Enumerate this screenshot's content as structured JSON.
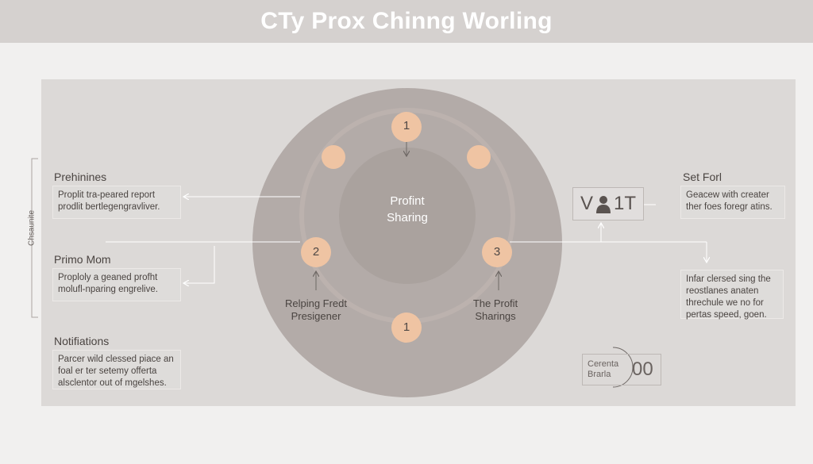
{
  "header": {
    "title": "CTy Prox Chinng Worling"
  },
  "side_label": "Chsaunite",
  "center": {
    "line1": "Profint",
    "line2": "Sharing"
  },
  "nodes": [
    {
      "id": "top",
      "label": "1"
    },
    {
      "id": "left",
      "label": "2"
    },
    {
      "id": "right",
      "label": "3"
    },
    {
      "id": "bottom",
      "label": "1"
    }
  ],
  "node_captions": {
    "left": {
      "line1": "Relping Fredt",
      "line2": "Presigener"
    },
    "right": {
      "line1": "The Profit",
      "line2": "Sharings"
    }
  },
  "left_sections": [
    {
      "heading": "Prehinines",
      "lines": [
        "Proplit tra-peared report",
        "prodlit bertlegengravliver."
      ]
    },
    {
      "heading": "Primo Mom",
      "lines": [
        "Proploly a geaned profht",
        "molufl-nparing engrelive."
      ]
    },
    {
      "heading": "Notifiations",
      "lines": [
        "Parcer wild clessed piace an",
        "foal er ter setemy offerta",
        "alsclentor out of mgelshes."
      ]
    }
  ],
  "right_sections": [
    {
      "heading": "Set Forl",
      "lines": [
        "Geacew with creater",
        "ther foes foregr atins."
      ]
    },
    {
      "heading": "",
      "lines": [
        "Infar clersed sing the",
        "reostlanes anaten",
        "threchule we no for",
        "pertas speed, goen."
      ]
    }
  ],
  "badge": {
    "left": "V",
    "right": "1T"
  },
  "counter": {
    "line1": "Cerenta",
    "line2": "Brarla",
    "value": "00"
  },
  "colors": {
    "node": "#efc4a3",
    "outer_circle": "#b2aaa7",
    "inner_circle": "#a8a09c",
    "panel": "#dcd9d7"
  }
}
